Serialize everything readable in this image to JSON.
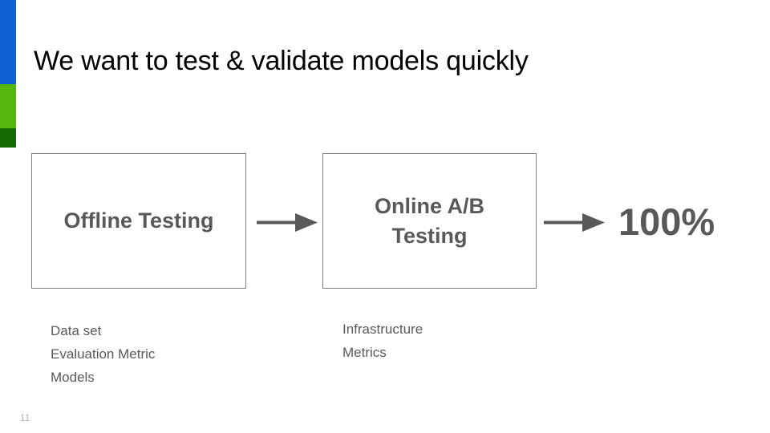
{
  "slide": {
    "title": "We want to test & validate models quickly",
    "page_number": "11",
    "background_color": "#ffffff"
  },
  "accent_bar": {
    "segments": [
      {
        "name": "blue",
        "color": "#0f62d4"
      },
      {
        "name": "green",
        "color": "#55b610"
      },
      {
        "name": "dark-green",
        "color": "#146b06"
      }
    ]
  },
  "diagram": {
    "boxes": [
      {
        "id": "offline-testing",
        "label": "Offline Testing",
        "border_color": "#7f7f7f",
        "text_color": "#595959",
        "caption": "Data set\nEvaluation Metric\nModels"
      },
      {
        "id": "online-ab-testing",
        "label": "Online A/B\nTesting",
        "border_color": "#7f7f7f",
        "text_color": "#595959",
        "caption": "Infrastructure\nMetrics"
      }
    ],
    "arrows": [
      {
        "id": "arrow-offline-to-online",
        "from": "offline-testing",
        "to": "online-ab-testing",
        "color": "#595959"
      },
      {
        "id": "arrow-online-to-result",
        "from": "online-ab-testing",
        "to": "result-percent",
        "color": "#595959"
      }
    ],
    "result": {
      "id": "result-percent",
      "value": "100%",
      "color": "#595959"
    }
  }
}
